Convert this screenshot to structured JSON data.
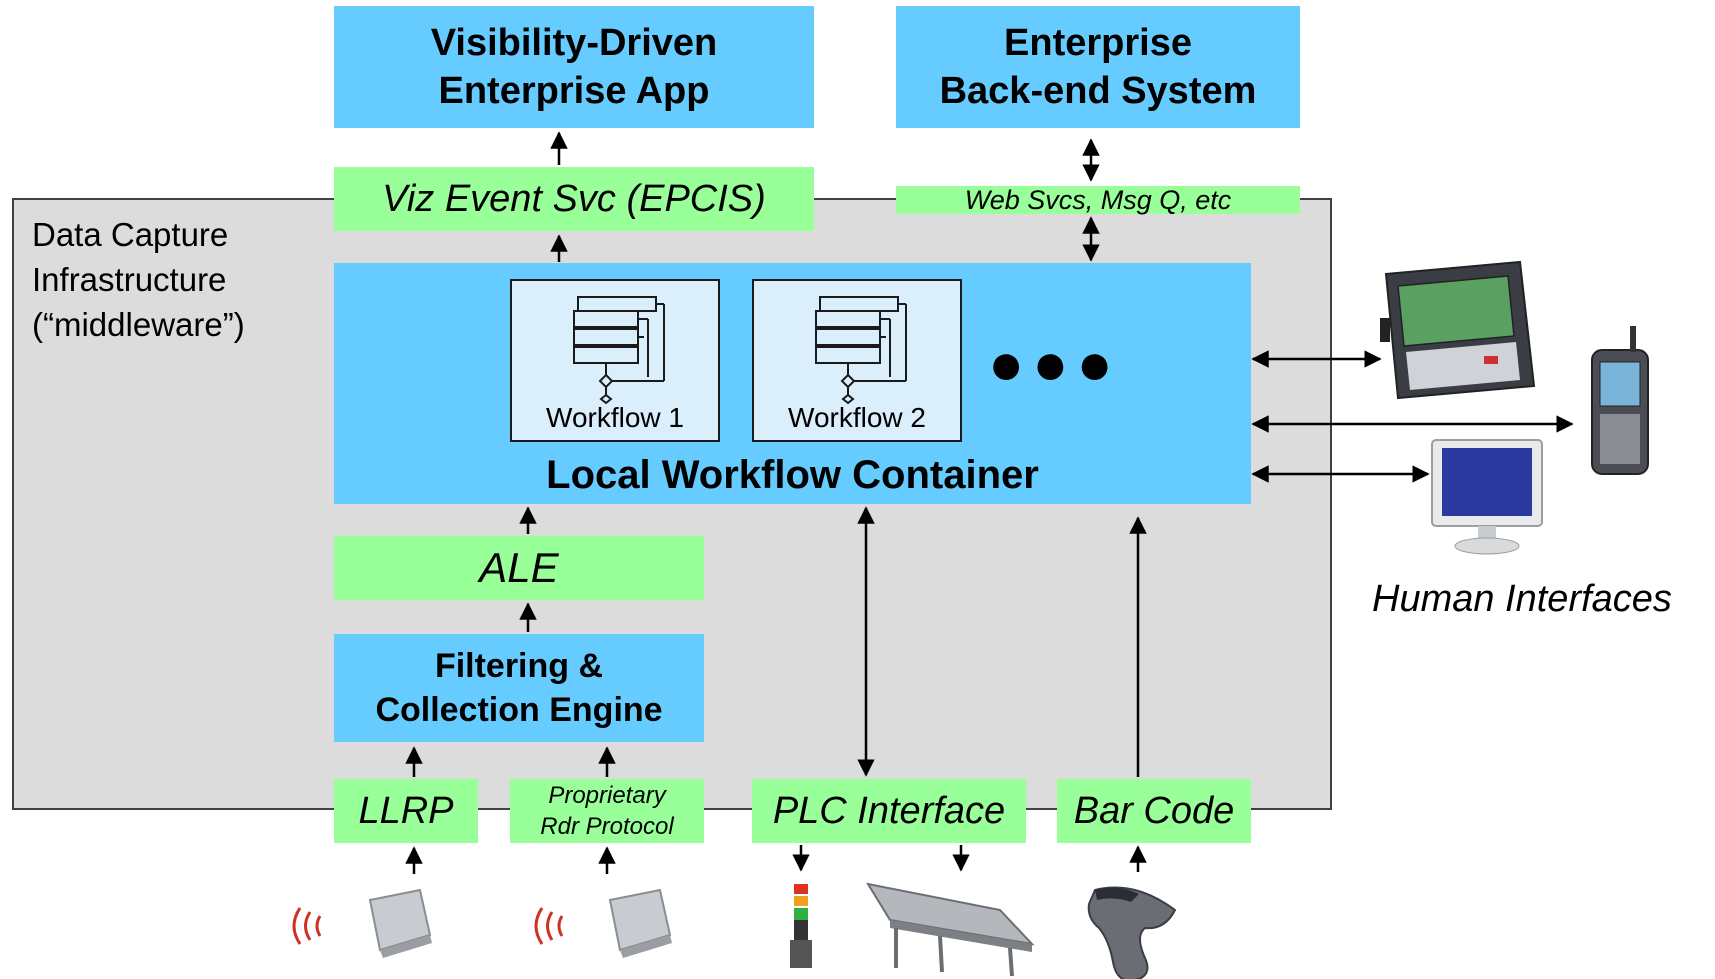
{
  "top_boxes": {
    "vde_app": {
      "line1": "Visibility-Driven",
      "line2": "Enterprise App"
    },
    "backend": {
      "line1": "Enterprise",
      "line2": "Back-end System"
    }
  },
  "interfaces": {
    "epcis": "Viz Event Svc (EPCIS)",
    "websvcs": "Web Svcs, Msg Q, etc",
    "ale": "ALE",
    "llrp": "LLRP",
    "proprietary": {
      "line1": "Proprietary",
      "line2": "Rdr Protocol"
    },
    "plc": "PLC Interface",
    "barcode": "Bar Code"
  },
  "infrastructure": {
    "line1": "Data Capture",
    "line2": "Infrastructure",
    "line3": "(“middleware”)"
  },
  "container": {
    "title": "Local Workflow Container",
    "workflows": [
      "Workflow 1",
      "Workflow 2"
    ],
    "ellipsis": "●●●"
  },
  "engine": {
    "line1": "Filtering &",
    "line2": "Collection Engine"
  },
  "human_interfaces_label": "Human Interfaces",
  "colors": {
    "blue_box": "#66ccff",
    "green_box": "#99ff99",
    "infrastructure_bg": "#dcdcdc",
    "workflow_bg": "#dbeefc",
    "rfid_wave": "#cc3322"
  },
  "icons": [
    "rfid-reader-icon",
    "rfid-wave-icon",
    "stack-light-icon",
    "conveyor-icon",
    "barcode-scanner-icon",
    "vehicle-terminal-icon",
    "handheld-computer-icon",
    "monitor-icon",
    "workflow-diagram-icon"
  ]
}
